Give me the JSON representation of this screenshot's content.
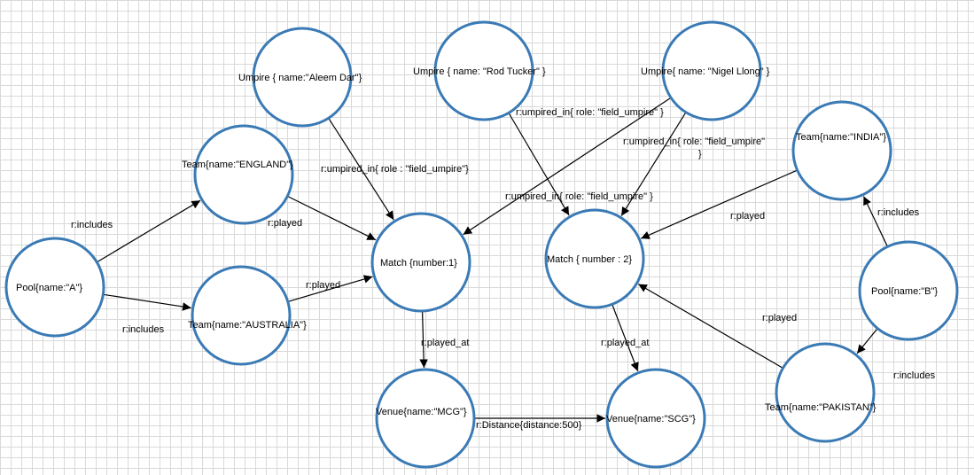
{
  "nodes": [
    {
      "id": "aleem",
      "label": "Umpire { name:\"Aleem Dar\"}"
    },
    {
      "id": "rod",
      "label": "Umpire { name: \"Rod Tucker\" }"
    },
    {
      "id": "nigel",
      "label": "Umpire{ name: \"Nigel Llong\" }"
    },
    {
      "id": "england",
      "label": "Team{name:\"ENGLAND\"}"
    },
    {
      "id": "india",
      "label": "Team{name:\"INDIA\"}"
    },
    {
      "id": "poolA",
      "label": "Pool{name:\"A\"}"
    },
    {
      "id": "match1",
      "label": "Match {number:1}"
    },
    {
      "id": "match2",
      "label": "Match { number : 2}"
    },
    {
      "id": "australia",
      "label": "Team{name:\"AUSTRALIA\"}"
    },
    {
      "id": "poolB",
      "label": "Pool{name:\"B\"}"
    },
    {
      "id": "mcg",
      "label": "Venue{name:\"MCG\"}"
    },
    {
      "id": "scg",
      "label": "Venue{name:\"SCG\"}"
    },
    {
      "id": "pakistan",
      "label": "Team{name:\"PAKISTAN\"}"
    }
  ],
  "edges": [
    {
      "id": "e1",
      "from": "poolA",
      "to": "england",
      "label": "r:includes"
    },
    {
      "id": "e2",
      "from": "poolA",
      "to": "australia",
      "label": "r:includes"
    },
    {
      "id": "e3",
      "from": "england",
      "to": "match1",
      "label": "r:played"
    },
    {
      "id": "e4",
      "from": "australia",
      "to": "match1",
      "label": "r:played"
    },
    {
      "id": "e5",
      "from": "aleem",
      "to": "match1",
      "label": "r:umpired_in{ role : \"field_umpire\"}"
    },
    {
      "id": "e6",
      "from": "nigel",
      "to": "match1",
      "label": "r:umpired_in{ role: \"field_umpire\" }"
    },
    {
      "id": "e7",
      "from": "rod",
      "to": "match2",
      "label": "r:umpired_in{ role: \"field_umpire\" }"
    },
    {
      "id": "e8",
      "from": "nigel",
      "to": "match2",
      "label": "r:umpired_in{ role: \"field_umpire\"\n}"
    },
    {
      "id": "e9",
      "from": "india",
      "to": "match2",
      "label": "r:played"
    },
    {
      "id": "e10",
      "from": "pakistan",
      "to": "match2",
      "label": "r:played"
    },
    {
      "id": "e11",
      "from": "poolB",
      "to": "india",
      "label": "r:includes"
    },
    {
      "id": "e12",
      "from": "poolB",
      "to": "pakistan",
      "label": "r:includes"
    },
    {
      "id": "e13",
      "from": "match1",
      "to": "mcg",
      "label": "r:played_at"
    },
    {
      "id": "e14",
      "from": "match2",
      "to": "scg",
      "label": "r:played_at"
    },
    {
      "id": "e15",
      "from": "mcg",
      "to": "scg",
      "label": "r:Distance{distance:500}"
    }
  ]
}
